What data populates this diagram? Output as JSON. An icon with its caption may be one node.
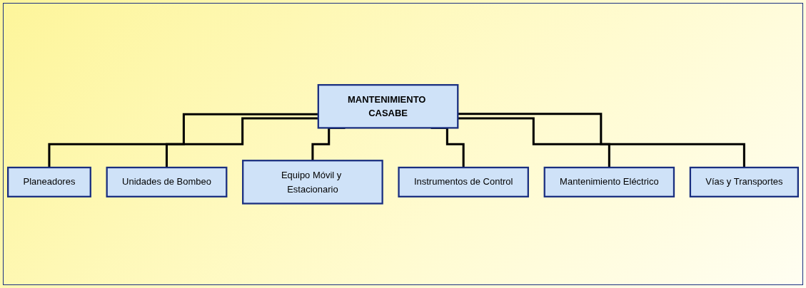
{
  "diagram": {
    "nodes": [
      {
        "text": [
          "MANTENIMIENTO CASABE"
        ]
      },
      {
        "text": [
          "Planeadores"
        ]
      },
      {
        "text": [
          "Unidades de Bombeo"
        ]
      },
      {
        "text": [
          "Equipo Móvil y Estacionario"
        ]
      },
      {
        "text": [
          "Instrumentos de Control"
        ]
      },
      {
        "text": [
          "Mantenimiento Eléctrico"
        ]
      },
      {
        "text": [
          "Vías y Transportes"
        ]
      }
    ],
    "edges": [
      {
        "from": 0,
        "to": 1,
        "arrow": "none"
      },
      {
        "from": 0,
        "to": 2,
        "arrow": "none"
      },
      {
        "from": 0,
        "to": 3,
        "arrow": "none"
      },
      {
        "from": 0,
        "to": 4,
        "arrow": "none"
      },
      {
        "from": 0,
        "to": 5,
        "arrow": "none"
      },
      {
        "from": 0,
        "to": 6,
        "arrow": "none"
      }
    ]
  }
}
